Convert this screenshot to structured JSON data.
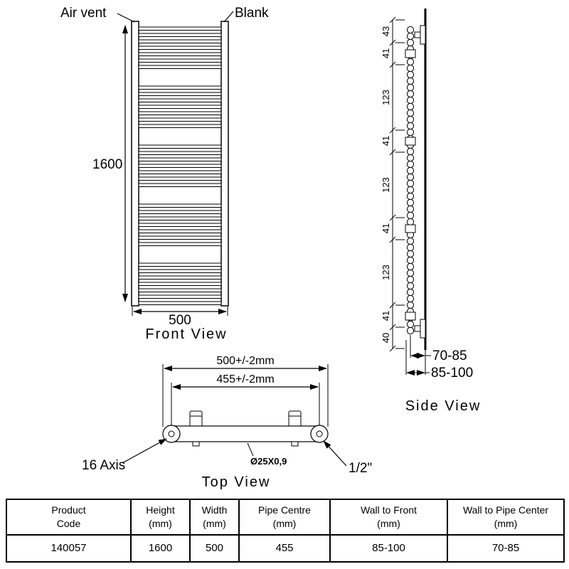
{
  "front_view": {
    "air_vent_label": "Air vent",
    "blank_label": "Blank",
    "height_dim": "1600",
    "width_dim": "500",
    "caption": "Front View"
  },
  "side_view": {
    "segments": [
      "43",
      "41",
      "123",
      "41",
      "123",
      "41",
      "123",
      "41",
      "40"
    ],
    "wall_to_pipe_center_dim": "70-85",
    "wall_to_front_dim": "85-100",
    "caption": "Side View"
  },
  "top_view": {
    "overall_width_dim": "500+/-2mm",
    "pipe_centre_dim": "455+/-2mm",
    "axis_label": "16 Axis",
    "tube_spec": "Ø25X0,9",
    "connection_size": "1/2\"",
    "caption": "Top View"
  },
  "table": {
    "headers": [
      [
        "Product",
        "Code"
      ],
      [
        "Height",
        "(mm)"
      ],
      [
        "Width",
        "(mm)"
      ],
      [
        "Pipe Centre",
        "(mm)"
      ],
      [
        "Wall to Front",
        "(mm)"
      ],
      [
        "Wall to Pipe Center",
        "(mm)"
      ]
    ],
    "row": [
      "140057",
      "1600",
      "500",
      "455",
      "85-100",
      "70-85"
    ]
  },
  "colors": {
    "line": "#000000",
    "background": "#ffffff"
  }
}
